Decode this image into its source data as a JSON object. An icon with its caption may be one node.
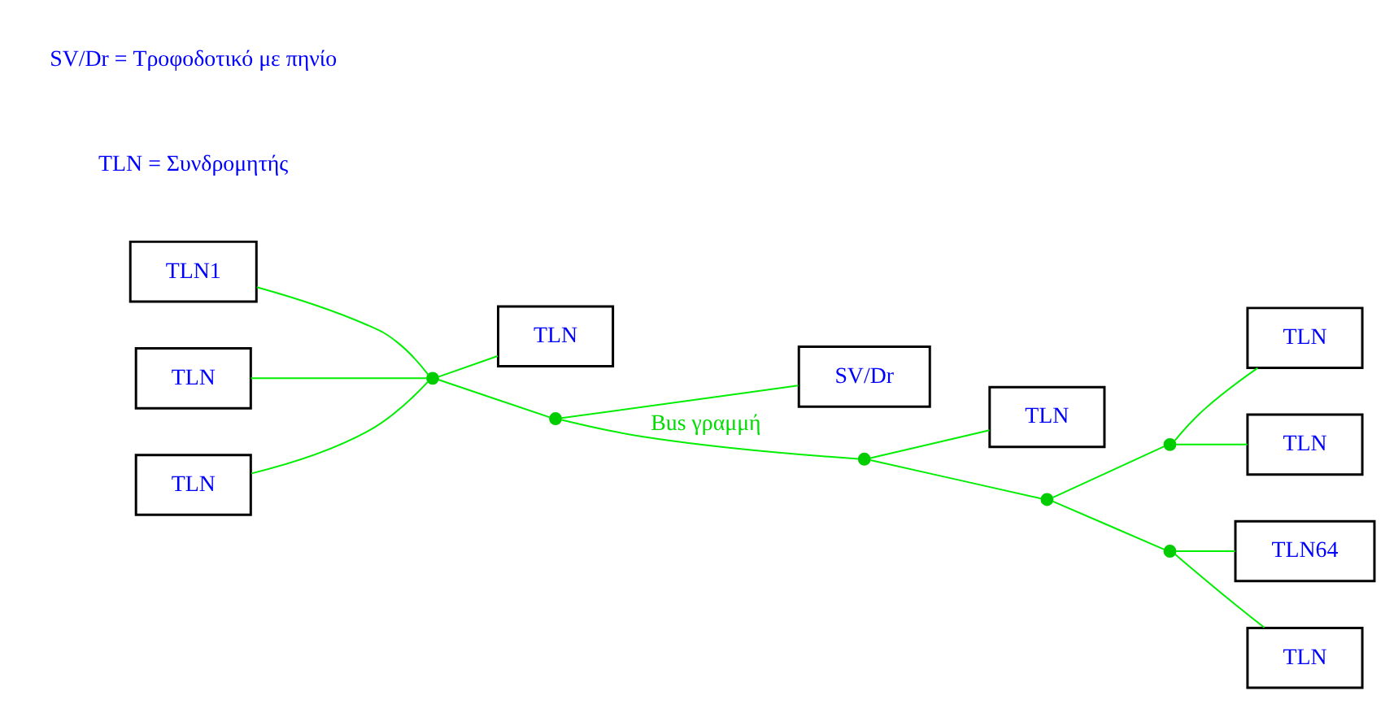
{
  "diagram": {
    "nodes": [
      {
        "text": [
          "TLN1"
        ]
      },
      {
        "text": [
          "TLN"
        ]
      },
      {
        "text": [
          "TLN64"
        ]
      },
      {
        "text": [
          "TLN"
        ]
      },
      {
        "text": [
          "TLN"
        ]
      },
      {
        "text": [
          "SV/Dr"
        ]
      },
      {
        "text": [
          "TLN"
        ]
      },
      {
        "text": [
          "TLN"
        ]
      },
      {
        "text": [
          "TLN"
        ]
      },
      {
        "text": [
          "TLN"
        ]
      },
      {
        "text": [],
        "shape": "circle"
      },
      {
        "text": [],
        "shape": "circle"
      },
      {
        "text": [],
        "shape": "circle"
      },
      {
        "text": [],
        "shape": "circle"
      },
      {
        "text": [],
        "shape": "circle"
      },
      {
        "text": [],
        "shape": "circle"
      }
    ],
    "edges": [
      {
        "from": 0,
        "to": 10,
        "arrow": "none"
      },
      {
        "from": 1,
        "to": 10,
        "arrow": "none"
      },
      {
        "from": 4,
        "to": 10,
        "arrow": "none"
      },
      {
        "from": 10,
        "to": 7,
        "arrow": "none"
      },
      {
        "from": 10,
        "to": 11,
        "arrow": "none"
      },
      {
        "from": 11,
        "to": 5,
        "arrow": "none"
      },
      {
        "from": 11,
        "to": 12,
        "label": "Bus γραμμή",
        "arrow": "none"
      },
      {
        "from": 12,
        "to": 8,
        "arrow": "none"
      },
      {
        "from": 12,
        "to": 13,
        "arrow": "none"
      },
      {
        "from": 13,
        "to": 14,
        "arrow": "none"
      },
      {
        "from": 14,
        "to": 6,
        "arrow": "none"
      },
      {
        "from": 14,
        "to": 9,
        "arrow": "none"
      },
      {
        "from": 13,
        "to": 15,
        "arrow": "none"
      },
      {
        "from": 15,
        "to": 3,
        "arrow": "none"
      },
      {
        "from": 15,
        "to": 2,
        "arrow": "none"
      }
    ],
    "labels": [
      "TLN = Συνδρομητής",
      "SV/Dr = Τροφοδοτικό με πηνίο"
    ]
  }
}
